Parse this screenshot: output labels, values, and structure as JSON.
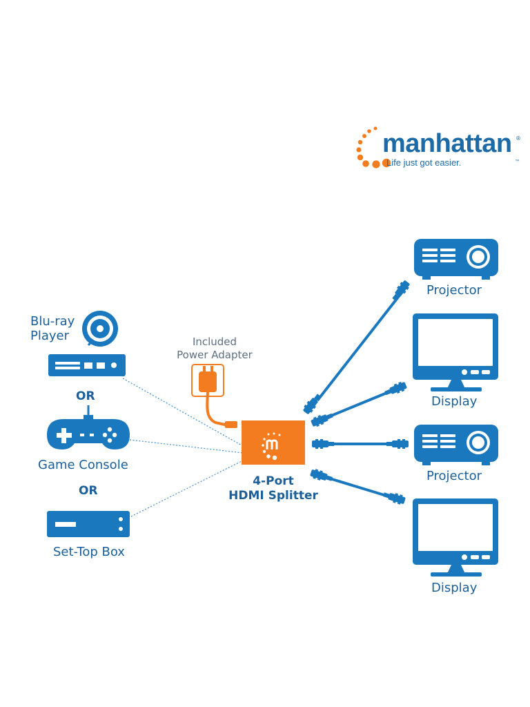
{
  "brand": {
    "name": "manhattan",
    "registered": "®",
    "tagline": "Life just got easier.",
    "trademark": "™"
  },
  "sources": {
    "bluray": "Blu-ray\nPlayer",
    "or_1": "OR",
    "game_console": "Game Console",
    "or_2": "OR",
    "settop": "Set-Top Box"
  },
  "power": "Included\nPower Adapter",
  "splitter": "4-Port\nHDMI Splitter",
  "outputs": {
    "projector_1": "Projector",
    "display_1": "Display",
    "projector_2": "Projector",
    "display_2": "Display"
  },
  "colors": {
    "blue": "#1a78bf",
    "dark_blue": "#1a5f99",
    "orange": "#f47c20",
    "dotted_line": "#3b8fd0"
  },
  "icons": {
    "bluray": "bluray-player-icon",
    "game": "gamepad-icon",
    "settop": "settop-box-icon",
    "power": "power-adapter-icon",
    "splitter": "hdmi-splitter-icon",
    "projector": "projector-icon",
    "display": "display-icon",
    "cable": "hdmi-cable-icon"
  }
}
